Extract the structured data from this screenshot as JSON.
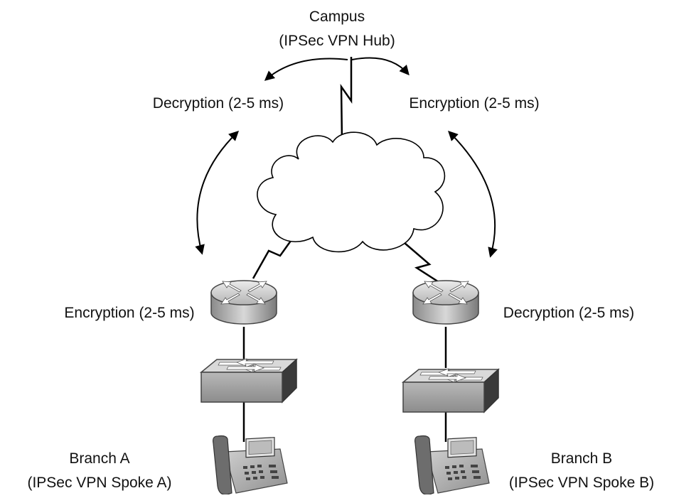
{
  "hub": {
    "line1": "Campus",
    "line2": "(IPSec VPN Hub)"
  },
  "labels": {
    "hub_decryption": "Decryption (2-5 ms)",
    "hub_encryption": "Encryption (2-5 ms)",
    "branch_a_encryption": "Encryption (2-5 ms)",
    "branch_b_decryption": "Decryption (2-5 ms)"
  },
  "branch_a": {
    "line1": "Branch A",
    "line2": "(IPSec VPN Spoke A)"
  },
  "branch_b": {
    "line1": "Branch B",
    "line2": "(IPSec VPN Spoke B)"
  },
  "icons": {
    "cloud": "wan-cloud-icon",
    "router": "router-icon",
    "switch": "switch-icon",
    "phone": "ip-phone-icon"
  },
  "colors": {
    "line": "#000000",
    "cloud_fill": "#ffffff",
    "device_gray": "#9a9a9a",
    "device_dark": "#555555"
  }
}
